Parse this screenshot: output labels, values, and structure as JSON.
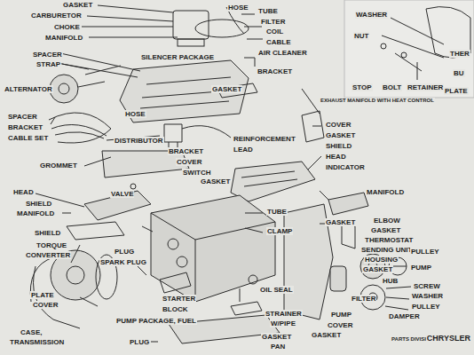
{
  "diagram": {
    "labels": [
      "GASKET",
      "CARBURETOR",
      "CHOKE",
      "MANIFOLD",
      "HOSE",
      "TUBE",
      "FILTER",
      "COIL",
      "CABLE",
      "AIR CLEANER",
      "BRACKET",
      "SPACER",
      "STRAP",
      "SILENCER PACKAGE",
      "ALTERNATOR",
      "GASKET",
      "SPACER",
      "BRACKET",
      "CABLE SET",
      "HOSE",
      "COVER",
      "GASKET",
      "SHIELD",
      "HEAD",
      "INDICATOR",
      "DISTRIBUTOR",
      "REINFORCEMENT",
      "LEAD",
      "BRACKET",
      "COVER",
      "SWITCH",
      "GROMMET",
      "GASKET",
      "HEAD",
      "VALVE",
      "SHIELD",
      "MANIFOLD",
      "SHIELD",
      "TORQUE",
      "CONVERTER",
      "TUBE",
      "CLAMP",
      "GASKET",
      "MANIFOLD",
      "ELBOW",
      "GASKET",
      "THERMOSTAT",
      "SENDING UNIT",
      "HOUSING",
      "GASKET",
      "HUB",
      "PULLEY",
      "PUMP",
      "SCREW",
      "WASHER",
      "PULLEY",
      "DAMPER",
      "PLUG",
      "SPARK PLUG",
      "PLATE",
      "COVER",
      "CASE,",
      "TRANSMISSION",
      "STARTER",
      "BLOCK",
      "PUMP PACKAGE, FUEL",
      "OIL SEAL",
      "STRAINER",
      "W/PIPE",
      "FILTER",
      "PUMP",
      "COVER",
      "GASKET",
      "GASKET",
      "PAN",
      "PLUG",
      "PARTS DIVISION",
      "CHRYSLER",
      "WASHER",
      "NUT",
      "STOP",
      "BOLT",
      "RETAINER",
      "PLATE",
      "THER",
      "BU",
      "EXHAUST MANIFOLD WITH HEAT CONTROL"
    ]
  }
}
